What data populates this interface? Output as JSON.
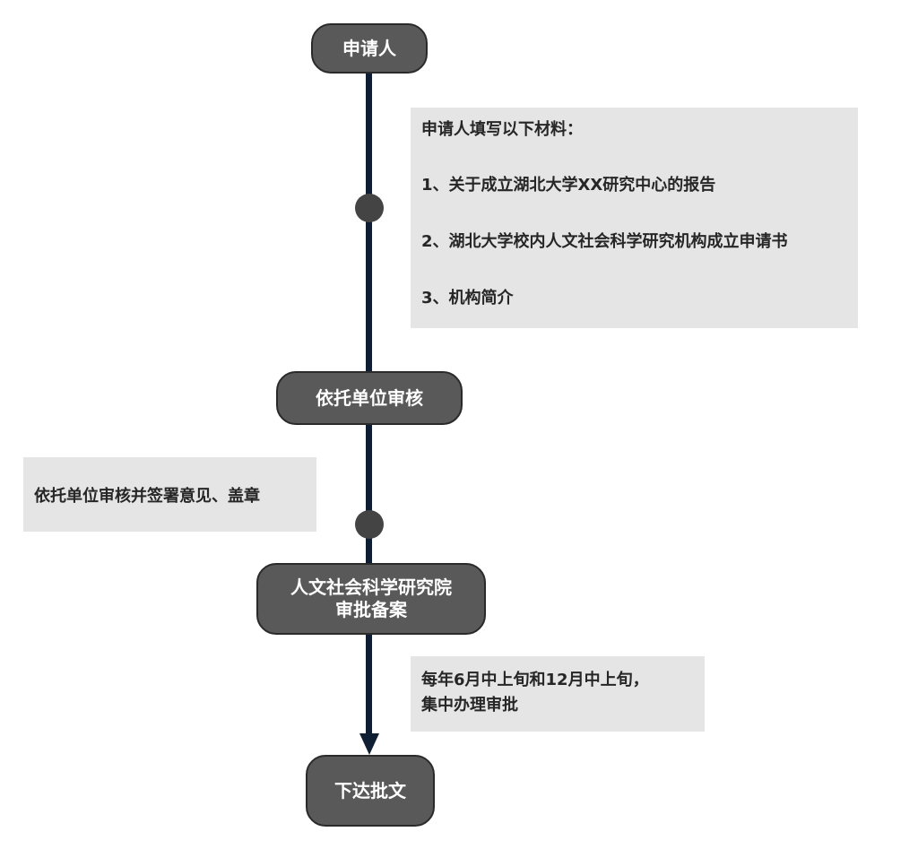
{
  "nodes": {
    "applicant": "申请人",
    "unit_review": "依托单位审核",
    "institute_line1": "人文社会科学研究院",
    "institute_line2": "审批备案",
    "issue": "下达批文"
  },
  "notes": {
    "materials": {
      "heading": "申请人填写以下材料：",
      "items": [
        "1、关于成立湖北大学XX研究中心的报告",
        "2、湖北大学校内人文社会科学研究机构成立申请书",
        "3、机构简介"
      ]
    },
    "review": "依托单位审核并签署意见、盖章",
    "schedule": {
      "line1": "每年6月中上旬和12月中上旬，",
      "line2": "集中办理审批"
    }
  },
  "colors": {
    "node_fill": "#595959",
    "node_border": "#2a2a2a",
    "line": "#0f1e33",
    "note_fill": "#e5e5e5",
    "dot": "#444444"
  }
}
